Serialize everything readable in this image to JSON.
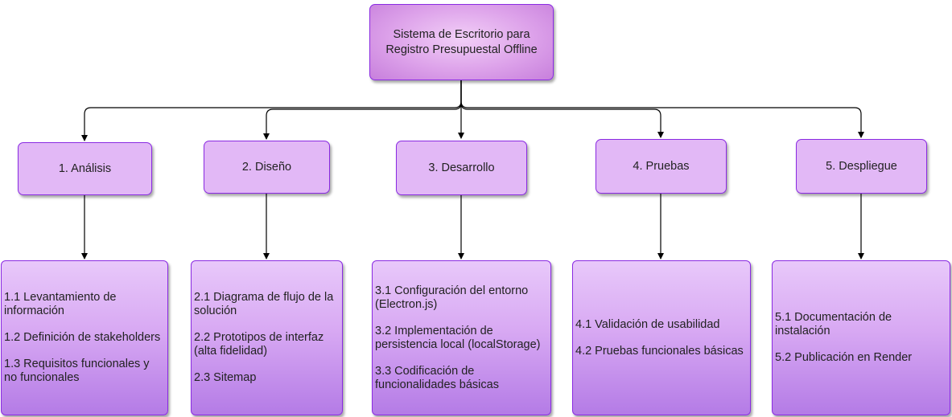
{
  "root": {
    "title": "Sistema de Escritorio para Registro Presupuestal Offline"
  },
  "phases": [
    {
      "label": "1. Análisis",
      "items": [
        "1.1 Levantamiento de información",
        "1.2 Definición de stakeholders",
        "1.3 Requisitos funcionales y no funcionales"
      ]
    },
    {
      "label": "2. Diseño",
      "items": [
        "2.1 Diagrama de flujo de la solución",
        "2.2 Prototipos de interfaz (alta fidelidad)",
        "2.3 Sitemap"
      ]
    },
    {
      "label": "3. Desarrollo",
      "items": [
        "3.1 Configuración del entorno (Electron.js)",
        "3.2 Implementación de persistencia local (localStorage)",
        "3.3 Codificación de funcionalidades básicas"
      ]
    },
    {
      "label": "4. Pruebas",
      "items": [
        "4.1 Validación de usabilidad",
        "4.2 Pruebas funcionales básicas"
      ]
    },
    {
      "label": "5. Despliegue",
      "items": [
        "5.1 Documentación de instalación",
        "5.2 Publicación en Render"
      ]
    }
  ],
  "colors": {
    "border": "#8a2be2",
    "phase_fill": "#e2b8f6",
    "connector": "#000000"
  }
}
